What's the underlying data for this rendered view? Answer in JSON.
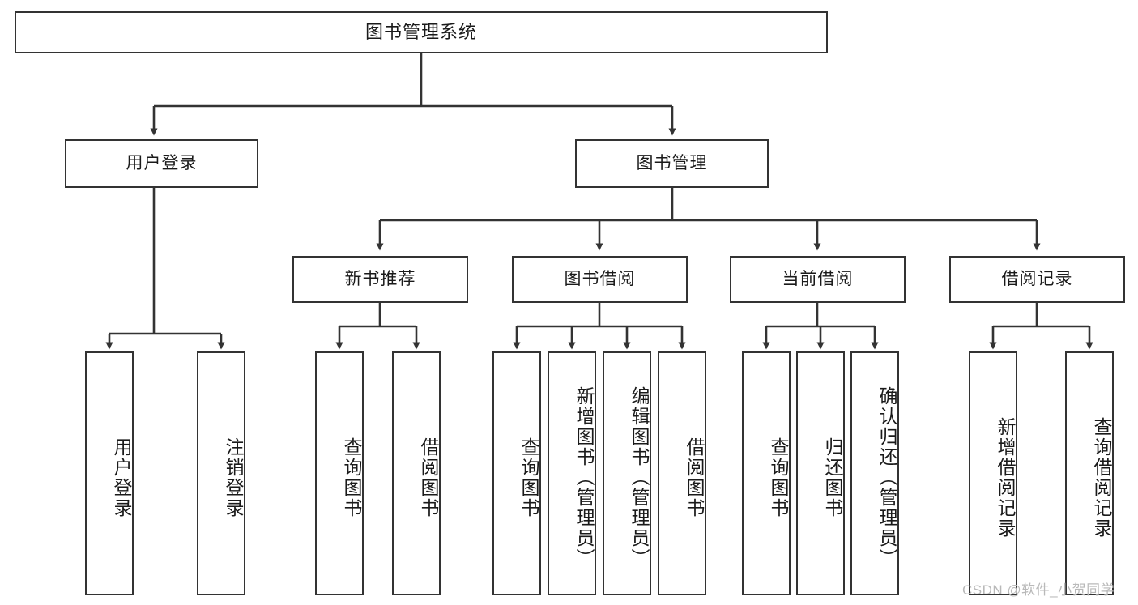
{
  "diagram": {
    "type": "tree-hierarchy",
    "title": "图书管理系统",
    "orientation": "top-down",
    "colors": {
      "box_border": "#333333",
      "box_fill": "#ffffff",
      "edge": "#333333",
      "text": "#1a1a1a",
      "watermark": "#b9b9b9",
      "background": "#ffffff"
    },
    "nodes": {
      "root": {
        "label": "图书管理系统"
      },
      "level2": [
        {
          "id": "user-login",
          "label": "用户登录"
        },
        {
          "id": "book-manage",
          "label": "图书管理"
        }
      ],
      "level3": [
        {
          "id": "new-book-recommend",
          "label": "新书推荐"
        },
        {
          "id": "book-borrow",
          "label": "图书借阅"
        },
        {
          "id": "current-borrow",
          "label": "当前借阅"
        },
        {
          "id": "borrow-record",
          "label": "借阅记录"
        }
      ],
      "leaves": {
        "user-login": [
          {
            "id": "leaf-user-login",
            "label": "用户登录"
          },
          {
            "id": "leaf-user-logout",
            "label": "注销登录"
          }
        ],
        "new-book-recommend": [
          {
            "id": "leaf-query-book-1",
            "label": "查询图书"
          },
          {
            "id": "leaf-borrow-book-1",
            "label": "借阅图书"
          }
        ],
        "book-borrow": [
          {
            "id": "leaf-query-book-2",
            "label": "查询图书"
          },
          {
            "id": "leaf-add-book",
            "label": "新增图书（管理员）"
          },
          {
            "id": "leaf-edit-book",
            "label": "编辑图书（管理员）"
          },
          {
            "id": "leaf-borrow-book-2",
            "label": "借阅图书"
          }
        ],
        "current-borrow": [
          {
            "id": "leaf-query-book-3",
            "label": "查询图书"
          },
          {
            "id": "leaf-return-book",
            "label": "归还图书"
          },
          {
            "id": "leaf-confirm-return",
            "label": "确认归还（管理员）"
          }
        ],
        "borrow-record": [
          {
            "id": "leaf-add-record",
            "label": "新增借阅记录"
          },
          {
            "id": "leaf-query-record",
            "label": "查询借阅记录"
          }
        ]
      }
    },
    "watermark": "CSDN @软件_小贺同学"
  }
}
